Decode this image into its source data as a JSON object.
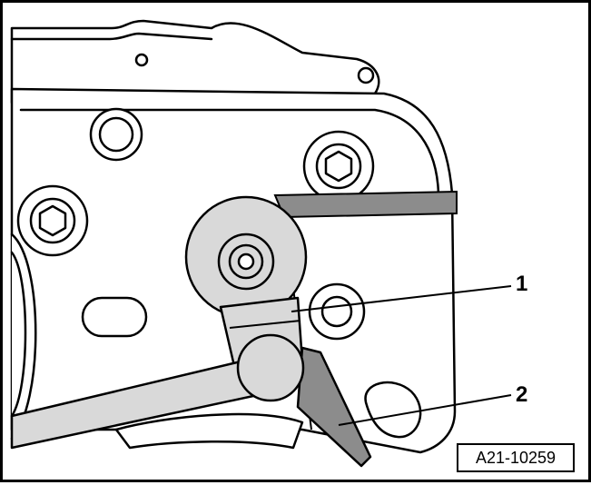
{
  "callouts": [
    {
      "number": "1"
    },
    {
      "number": "2"
    }
  ],
  "figure_id": "A21-10259",
  "colors": {
    "line": "#000000",
    "fill": "#ffffff",
    "shade_light": "#d9d9d9",
    "shade_dark": "#8c8c8c"
  }
}
